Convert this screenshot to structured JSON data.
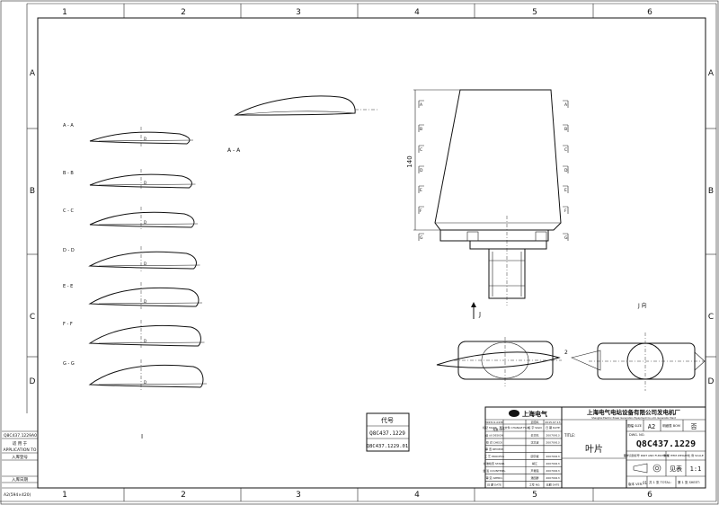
{
  "frame": {
    "columns": [
      "1",
      "2",
      "3",
      "4",
      "5",
      "6"
    ],
    "rows": [
      "A",
      "B",
      "C",
      "D"
    ]
  },
  "sections": [
    {
      "label": "A - A",
      "mark": "D"
    },
    {
      "label": "B - B",
      "mark": "D"
    },
    {
      "label": "C - C",
      "mark": "D"
    },
    {
      "label": "D - D",
      "mark": "D"
    },
    {
      "label": "E - E",
      "mark": "D"
    },
    {
      "label": "F - F",
      "mark": "D"
    },
    {
      "label": "G - G",
      "mark": "D"
    }
  ],
  "views": {
    "aa_label": "A - A",
    "dimension_140": "140",
    "section_marks": [
      "A",
      "B",
      "C",
      "D",
      "E",
      "F",
      "G"
    ],
    "arrow_label": "J",
    "j_view_label": "J 向",
    "detail_mark": "2",
    "bottom_mark": "I"
  },
  "code_table": {
    "header": "代号",
    "rows": [
      "Q8C437.1229",
      "Q8C437.1229.01"
    ]
  },
  "left_block": {
    "ref_code": "Q8C437.1229A0",
    "application_cn": "适 用 于",
    "application_en": "APPLICATION TO",
    "stock_no": "入库登号",
    "stock_date": "入库日期",
    "sheet_size": "A2(594×420)"
  },
  "title_block": {
    "logo_text": "上海电气",
    "company_cn": "上海电气电站设备有限公司发电机厂",
    "company_en": "Shanghai Electric Power Generation Equipment Co.,Ltd. Generator Plant",
    "rev_header": [
      "标记 MARK",
      "处数 QTY",
      "更改文件 CHANGE FILE",
      "签 字 SIGN",
      "日 期 DATE"
    ],
    "rev_top": [
      "3915C1-0236",
      "姜晓鸣",
      "2015.07.13"
    ],
    "roles": [
      {
        "role": "设 计 DESIGN",
        "name": "姜文鸣",
        "date": "20070913"
      },
      {
        "role": "校 对 CHECK",
        "name": "沈文波",
        "date": "20070913"
      },
      {
        "role": "审 查 REVIEW",
        "name": "",
        "date": ""
      },
      {
        "role": "工 艺 PROCESS",
        "name": "顾宇斌",
        "date": "20070913"
      },
      {
        "role": "标准检查 STAND.",
        "name": "胡江",
        "date": "20070913"
      },
      {
        "role": "会 签 COUNTERS.",
        "name": "芦振强",
        "date": "20070913"
      },
      {
        "role": "审 定 APPRO.",
        "name": "潘国群",
        "date": "20070913"
      },
      {
        "role": "日 期 DATE",
        "name": "工号 NO.",
        "date": "日期 DATE"
      }
    ],
    "title_label": "TITLE:",
    "title": "叶片",
    "size_label": "图幅 SIZE",
    "size": "A2",
    "bom_label": "明细表 BOM",
    "bom": "否",
    "dwg_label": "DWG. NO.",
    "dwg_no": "Q8C437.1229",
    "part_label": "图样识别标号 PART AND FUNCTION",
    "weight_label": "重 量 ITEM WEIGHT",
    "scale_label": "比 例 SCALE",
    "weight": "见表",
    "scale": "1:1",
    "ver_label": "版本 VER.",
    "ver": "01",
    "total_label": "共 1 张 TOTAL:",
    "sheet_label": "第 1 张 SHEET:"
  }
}
